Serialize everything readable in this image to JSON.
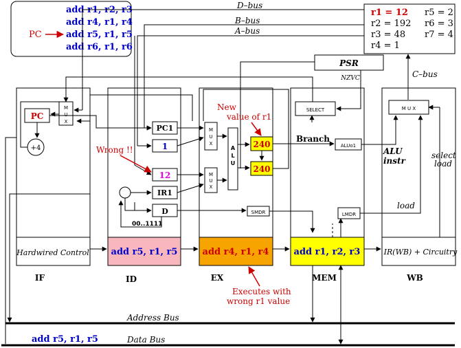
{
  "colors": {
    "blue_text": "#0000cc",
    "red_text": "#cc0000",
    "magenta": "#ee00ee",
    "pink_stage": "#f7b7bd",
    "orange_stage": "#f7a400",
    "yellow_stage": "#ffff00",
    "yellow_reg": "#ffff00"
  },
  "program": {
    "lines": [
      "add r1, r2, r3",
      "add r4, r1, r4",
      "add r5, r1, r5",
      "add r6, r1, r6"
    ],
    "pc_label": "PC"
  },
  "buses": {
    "d_bus": "D–bus",
    "b_bus": "B–bus",
    "a_bus": "A–bus",
    "c_bus": "C–bus",
    "address_bus": "Address Bus",
    "data_bus": "Data Bus"
  },
  "registers": {
    "r1": "r1 = 12",
    "r2": "r2 = 192",
    "r3": "r3 = 48",
    "r4": "r4 = 1",
    "r5": "r5 = 2",
    "r6": "r6 = 3",
    "r7": "r7 = 4"
  },
  "psr": {
    "label": "PSR",
    "flags": "NZVC"
  },
  "stages": {
    "if": "IF",
    "id": "ID",
    "ex": "EX",
    "mem": "MEM",
    "wb": "WB"
  },
  "stage_instr": {
    "if": "Hardwired Control",
    "id": "add r5, r1, r5",
    "ex": "add r4, r1, r4",
    "mem": "add r1, r2, r3",
    "wb": "IR(WB) + Circuitry"
  },
  "blocks": {
    "pc": "PC",
    "plus4": "+4",
    "mux_if": [
      "M",
      "U",
      "X"
    ],
    "pc1": "PC1",
    "one": "1",
    "twelve": "12",
    "ir1": "IR1",
    "d": "D",
    "imm": "00..1111",
    "mux_ex1": [
      "M",
      "U",
      "X"
    ],
    "mux_ex2": [
      "M",
      "U",
      "X"
    ],
    "alu": [
      "A",
      "L",
      "U"
    ],
    "val_240a": "240",
    "val_240b": "240",
    "smdr": "SMDR",
    "select": "SELECT",
    "branch": "Branch",
    "aluo1": "ALUo1",
    "lmdr": "LMDR",
    "mux_wb": "M U X",
    "alu_instr": [
      "ALU",
      "instr"
    ],
    "select_load": [
      "select",
      "load"
    ],
    "load": "load"
  },
  "annotations": {
    "new_value": [
      "New",
      "value of r1"
    ],
    "wrong": "Wrong !!",
    "executes": [
      "Executes with",
      "wrong r1 value"
    ],
    "bottom_instr": "add r5, r1, r5"
  }
}
